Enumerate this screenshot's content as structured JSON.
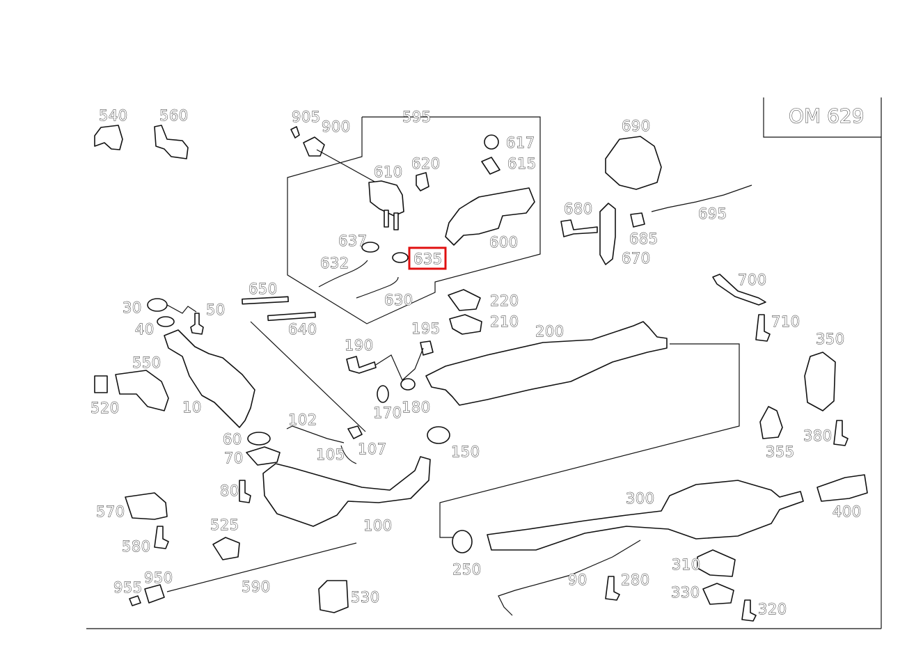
{
  "diagram": {
    "engine_code": "OM 629",
    "highlight_color": "#e01010",
    "highlighted_part": "635",
    "labels": {
      "l540": "540",
      "l560": "560",
      "l905": "905",
      "l900": "900",
      "l595": "595",
      "l617": "617",
      "l615": "615",
      "l610": "610",
      "l620": "620",
      "l690": "690",
      "l680": "680",
      "l695": "695",
      "l685": "685",
      "l670": "670",
      "l637": "637",
      "l635": "635",
      "l600": "600",
      "l632": "632",
      "l630": "630",
      "l650": "650",
      "l30": "30",
      "l50": "50",
      "l40": "40",
      "l640": "640",
      "l220": "220",
      "l210": "210",
      "l700": "700",
      "l710": "710",
      "l195": "195",
      "l200": "200",
      "l190": "190",
      "l350": "350",
      "l550": "550",
      "l520": "520",
      "l10": "10",
      "l170": "170",
      "l180": "180",
      "l102": "102",
      "l60": "60",
      "l107": "107",
      "l150": "150",
      "l355": "355",
      "l380": "380",
      "l105": "105",
      "l70": "70",
      "l80": "80",
      "l300": "300",
      "l400": "400",
      "l570": "570",
      "l100": "100",
      "l525": "525",
      "l580": "580",
      "l310": "310",
      "l250": "250",
      "l90": "90",
      "l280": "280",
      "l950": "950",
      "l955": "955",
      "l590": "590",
      "l530": "530",
      "l330": "330",
      "l320": "320"
    }
  }
}
